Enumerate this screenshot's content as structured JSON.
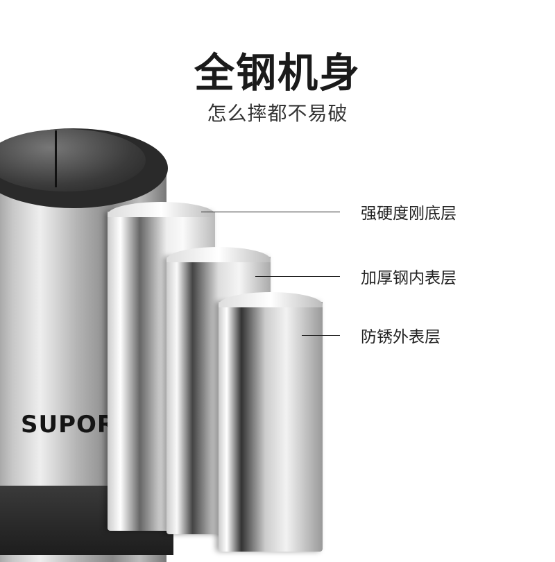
{
  "heading": {
    "title": "全钢机身",
    "subtitle": "怎么摔都不易破"
  },
  "product": {
    "brand": "SUPOR"
  },
  "layers": [
    {
      "label": "强硬度刚底层"
    },
    {
      "label": "加厚钢内表层"
    },
    {
      "label": "防锈外表层"
    }
  ]
}
